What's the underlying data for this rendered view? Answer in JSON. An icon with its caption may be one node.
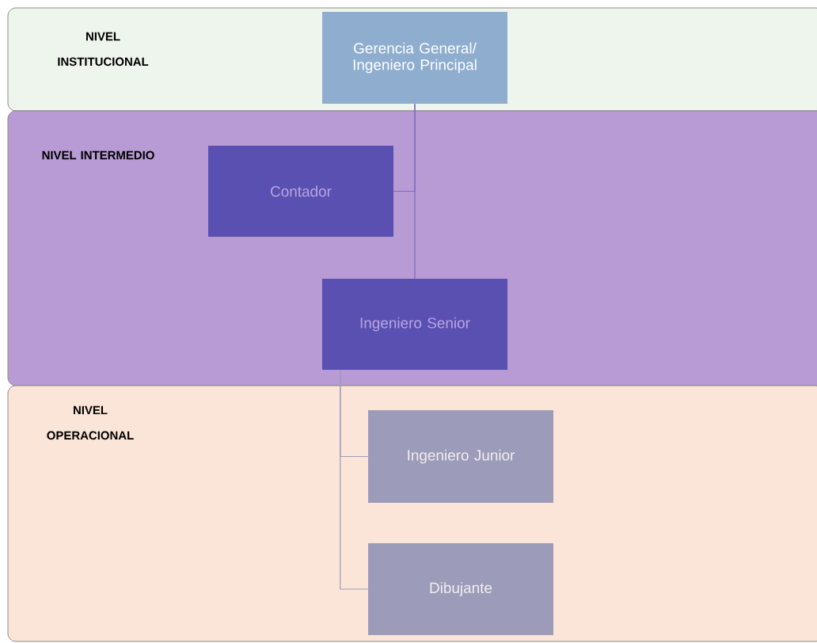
{
  "diagram": {
    "nodes": [
      {
        "text": [
          "NIVEL INSTITUCIONAL"
        ]
      },
      {
        "text": [
          "Gerencia General/ Ingeniero Principal"
        ],
        "in": 0
      },
      {
        "text": [
          "NIVEL INTERMEDIO"
        ]
      },
      {
        "text": [
          "Contador"
        ],
        "in": 2
      },
      {
        "text": [
          "Ingeniero Senior"
        ],
        "in": 2
      },
      {
        "text": [
          "NIVEL OPERACIONAL"
        ]
      },
      {
        "text": [
          "Ingeniero Junior"
        ],
        "in": 5
      },
      {
        "text": [
          "Dibujante"
        ],
        "in": 5
      }
    ],
    "edges": [
      {
        "from": 1,
        "to": 3,
        "arrow": "none"
      },
      {
        "from": 1,
        "to": 4,
        "arrow": "none"
      },
      {
        "from": 4,
        "to": 6,
        "arrow": "none"
      },
      {
        "from": 4,
        "to": 7,
        "arrow": "none"
      }
    ]
  }
}
